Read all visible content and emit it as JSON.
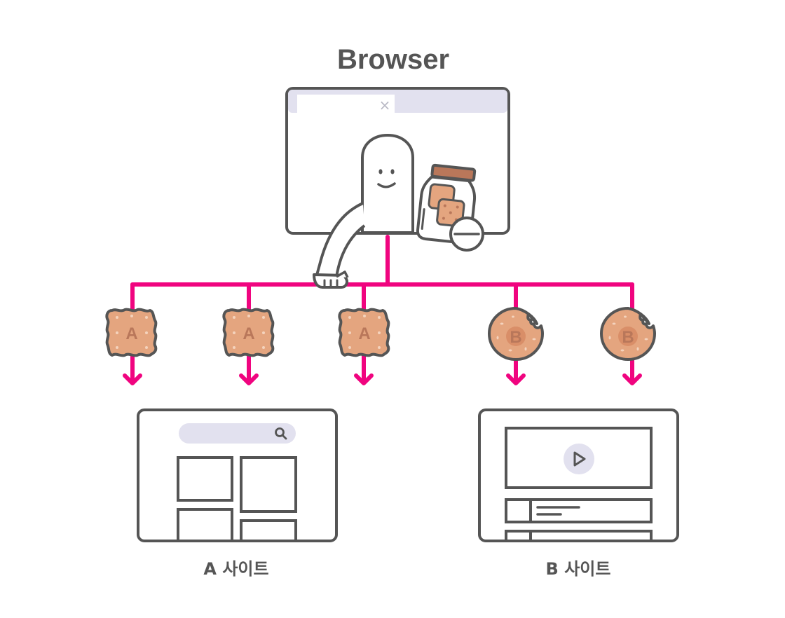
{
  "title": "Browser",
  "browser": {
    "tab_close_glyph": "×",
    "jar_contents": "cookies"
  },
  "cookies": [
    {
      "letter": "A",
      "shape": "square"
    },
    {
      "letter": "A",
      "shape": "square"
    },
    {
      "letter": "A",
      "shape": "square"
    },
    {
      "letter": "B",
      "shape": "round-bitten"
    },
    {
      "letter": "B",
      "shape": "round-bitten"
    }
  ],
  "sites": [
    {
      "label": "A 사이트",
      "icons": [
        "search-icon"
      ]
    },
    {
      "label": "B 사이트",
      "icons": [
        "play-icon"
      ]
    }
  ],
  "colors": {
    "connector": "#f0047f",
    "outline": "#555555",
    "tab_bar": "#e2e1ef",
    "cookie_fill": "#e4a57f",
    "cookie_dark": "#b9775a",
    "cookie_dot": "#f4d3bd",
    "jar_lid": "#b9775a",
    "search_bar": "#e2e1ef",
    "play_circle": "#e2e1ef"
  }
}
